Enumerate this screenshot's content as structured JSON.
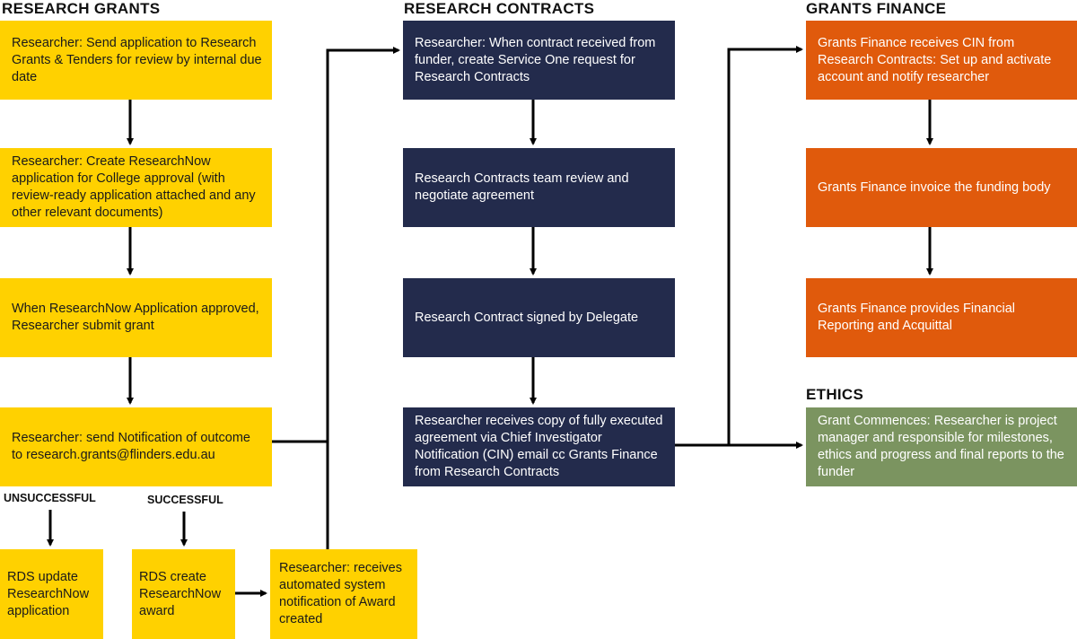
{
  "headings": {
    "research_grants": "RESEARCH GRANTS",
    "research_contracts": "RESEARCH CONTRACTS",
    "grants_finance": "GRANTS FINANCE",
    "ethics": "ETHICS"
  },
  "grants": {
    "step1": "Researcher: Send application to Research Grants & Tenders for review by internal due date",
    "step2": "Researcher: Create ResearchNow application for College approval (with review-ready application attached and any other relevant documents)",
    "step3": "When ResearchNow Application approved, Researcher submit grant",
    "step4": "Researcher: send Notification of outcome to research.grants@flinders.edu.au",
    "unsuccessful_label": "UNSUCCESSFUL",
    "successful_label": "SUCCESSFUL",
    "unsuccessful_step": "RDS update ResearchNow application",
    "successful_step": "RDS create ResearchNow award",
    "award_notice": "Researcher: receives automated system notification of Award created"
  },
  "contracts": {
    "step1": "Researcher: When contract received from funder, create Service One request for Research Contracts",
    "step2": "Research Contracts team review and negotiate agreement",
    "step3": "Research Contract signed by Delegate",
    "step4": "Researcher receives copy of fully executed agreement via Chief Investigator Notification (CIN) email cc Grants Finance from Research Contracts"
  },
  "finance": {
    "step1": "Grants Finance receives CIN from Research Contracts: Set up and activate account and notify researcher",
    "step2": "Grants Finance invoice the funding body",
    "step3": "Grants Finance provides Financial Reporting and Acquittal"
  },
  "ethics": {
    "step1": "Grant Commences: Researcher is project manager and responsible for milestones, ethics and progress and final reports to the funder"
  },
  "colors": {
    "grants": "#FFD100",
    "contracts": "#232B4C",
    "finance": "#E05A0C",
    "ethics": "#7B9460",
    "connector": "#000000"
  }
}
